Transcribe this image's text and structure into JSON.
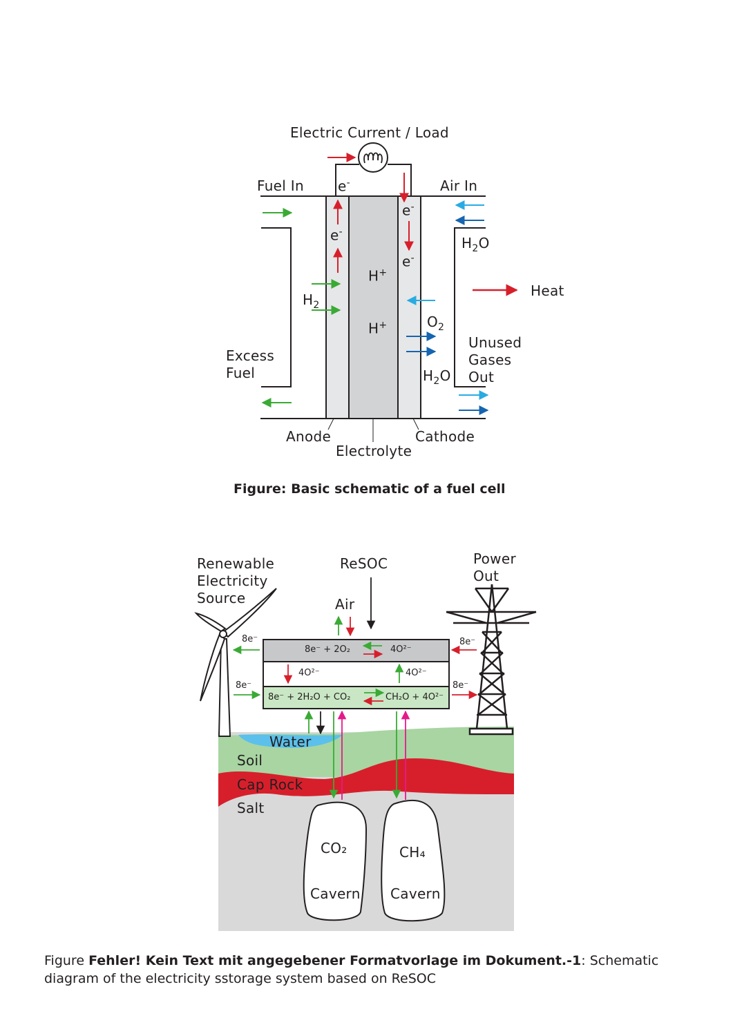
{
  "figure1": {
    "load_label": "Electric Current / Load",
    "fuel_in": "Fuel In",
    "air_in": "Air In",
    "electron": "e",
    "electron_sup": "-",
    "h2o": "H",
    "h2o_sub": "2",
    "h2o_tail": "O",
    "h_plus": "H",
    "h_plus_sup": "+",
    "h2": "H",
    "h2_sub": "2",
    "o2": "O",
    "o2_sub": "2",
    "heat": "Heat",
    "excess_fuel_1": "Excess",
    "excess_fuel_2": "Fuel",
    "unused_1": "Unused",
    "unused_2": "Gases",
    "unused_3": "Out",
    "anode": "Anode",
    "cathode": "Cathode",
    "electrolyte": "Electrolyte",
    "caption": "Figure: Basic schematic of a fuel cell"
  },
  "figure2": {
    "renewable_1": "Renewable",
    "renewable_2": "Electricity",
    "renewable_3": "Source",
    "resoc": "ReSOC",
    "power_1": "Power",
    "power_2": "Out",
    "air": "Air",
    "top_left_eq": "8e⁻ + 2O₂",
    "top_right_eq": "4O²⁻",
    "mid_left": "4O²⁻",
    "mid_right": "4O²⁻",
    "bot_left_eq": "8e⁻ + 2H₂O + CO₂",
    "bot_right_eq": "CH₂O + 4O²⁻",
    "e8": "8e⁻",
    "water": "Water",
    "soil": "Soil",
    "cap_rock": "Cap Rock",
    "salt": "Salt",
    "co2_cavern_gas": "CO₂",
    "ch4_cavern_gas": "CH₄",
    "cavern": "Cavern",
    "caption_prefix": "Figure ",
    "caption_bold": "Fehler! Kein Text mit angegebener Formatvorlage im Dokument.-1",
    "caption_rest": ": Schematic diagram of the electricity sstorage system based on ReSOC"
  },
  "colors": {
    "red": "#d71f2b",
    "green": "#3aaa35",
    "light_blue": "#29abe2",
    "dark_blue": "#1565b0",
    "magenta": "#e5198b",
    "electrolyte_gray": "#d1d3d4",
    "electrode_gray": "#e6e7e8",
    "soil_green": "#a8d5a2",
    "cap_rock_red": "#d71f2b",
    "salt_gray": "#d9d9d9",
    "water_blue": "#5bc0eb"
  }
}
